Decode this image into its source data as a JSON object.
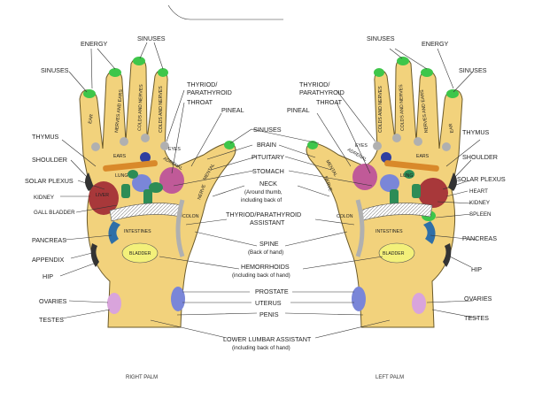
{
  "right_palm": {
    "caption": "RIGHT PALM",
    "labels": {
      "energy": "ENERGY",
      "sinuses_top": "SINUSES",
      "sinuses_left": "SINUSES",
      "thyroid": "THYRIOD/",
      "parathyroid": "PARATHYROID",
      "throat": "THROAT",
      "pineal": "PINEAL",
      "thymus": "THYMUS",
      "shoulder": "SHOULDER",
      "solar_plexus": "SOLAR PLEXUS",
      "kidney": "KIDNEY",
      "gall_bladder": "GALL BLADDER",
      "pancreas": "PANCREAS",
      "appendix": "APPENDIX",
      "hip": "HIP",
      "ovaries": "OVARIES",
      "testes": "TESTES"
    },
    "inside": {
      "ear": "EAR",
      "nerves_ears": "NERVES AND EARS",
      "colds_nerves_a": "COLDS AND NERVES",
      "colds_nerves_b": "COLDS AND NERVES",
      "ears": "EARS",
      "eyes": "EYES",
      "adrenal": "ADRENAL",
      "lung": "LUNG",
      "liver": "LIVER",
      "intestines": "INTESTINES",
      "bladder": "BLADDER",
      "colon": "COLON",
      "mental": "MENTAL",
      "nerve": "NERVE"
    }
  },
  "left_palm": {
    "caption": "LEFT PALM",
    "labels": {
      "sinuses_top": "SINUSES",
      "energy": "ENERGY",
      "sinuses_right": "SINUSES",
      "thyroid": "THYRIOD/",
      "parathyroid": "PARATHYROID",
      "throat": "THROAT",
      "pineal": "PINEAL",
      "thymus": "THYMUS",
      "shoulder": "SHOULDER",
      "solar_plexus": "SOLAR PLEXUS",
      "heart": "HEART",
      "kidney": "KIDNEY",
      "spleen": "SPLEEN",
      "pancreas": "PANCREAS",
      "hip": "HIP",
      "ovaries": "OVARIES",
      "testes": "TESTES"
    },
    "inside": {
      "ear": "EAR",
      "nerves_ears": "NERVES AND EARS",
      "colds_nerves_a": "COLDS AND NERVES",
      "colds_nerves_b": "COLDS AND NERVES",
      "ears": "EARS",
      "eyes": "EYES",
      "adrenal": "ADRENAL",
      "lung": "LUNG",
      "intestines": "INTESTINES",
      "bladder": "BLADDER",
      "colon": "COLON",
      "mental": "MENTAL",
      "nerve": "NERVE"
    }
  },
  "center": {
    "sinuses": "SINUSES",
    "brain": "BRAIN",
    "pituitary": "PITUITARY",
    "stomach": "STOMACH",
    "neck": "NECK",
    "neck_sub1": "(Around thumb,",
    "neck_sub2": "including back of",
    "thyroid_assist1": "THYRIOD/PARATHYROID",
    "thyroid_assist2": "ASSISTANT",
    "spine": "SPINE",
    "spine_sub": "(Back of hand)",
    "hemorrhoids": "HEMORRHOIDS",
    "hemorrhoids_sub": "(including back of  hand)",
    "prostate": "PROSTATE",
    "uterus": "UTERUS",
    "penis": "PENIS",
    "lumbar": "LOWER LUMBAR ASSISTANT",
    "lumbar_sub": "(including back of  hand)"
  },
  "colors": {
    "skin": "#f2d27c",
    "fingertip": "#3ec64a",
    "liver": "#a8383a",
    "heart": "#a8383a",
    "kidney": "#c05a98",
    "lung_bar": "#d9892a",
    "thyroid": "#7a86d8",
    "gland": "#2d8c56",
    "bladder": "#f3f07a",
    "pancreas": "#2f6fa8",
    "ovaries": "#d9a4dc",
    "prostate": "#7a86d8",
    "adrenal": "#b0b0b0",
    "intestine": "#ffffff"
  }
}
